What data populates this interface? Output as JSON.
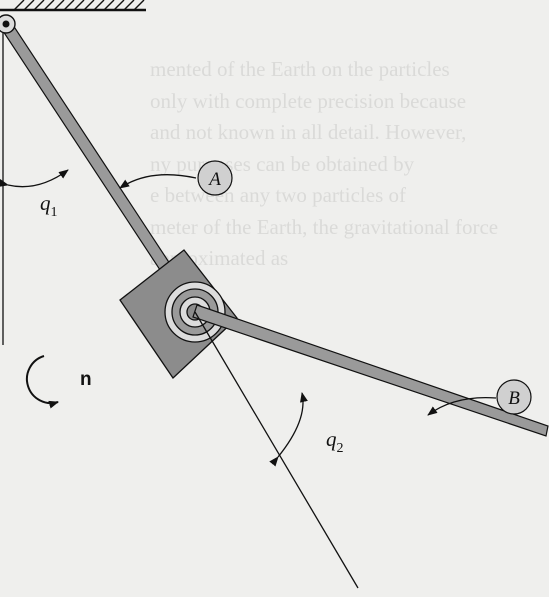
{
  "labels": {
    "body_A": "A",
    "body_B": "B",
    "angle_1": "q",
    "angle_1_sub": "1",
    "angle_2": "q",
    "angle_2_sub": "2",
    "unit_vector": "n"
  },
  "bleed_through_text": [
    "mented of the Earth on the particles",
    "only with complete precision because",
    "and not known in all detail. However,",
    "ny purposes can be obtained by",
    "e between any two particles of",
    "meter of the Earth, the gravitational force",
    "approximated as"
  ],
  "colors": {
    "background": "#efefed",
    "ink": "#111111",
    "plate": "#8c8c8c",
    "disk": "#dcdcdc"
  }
}
